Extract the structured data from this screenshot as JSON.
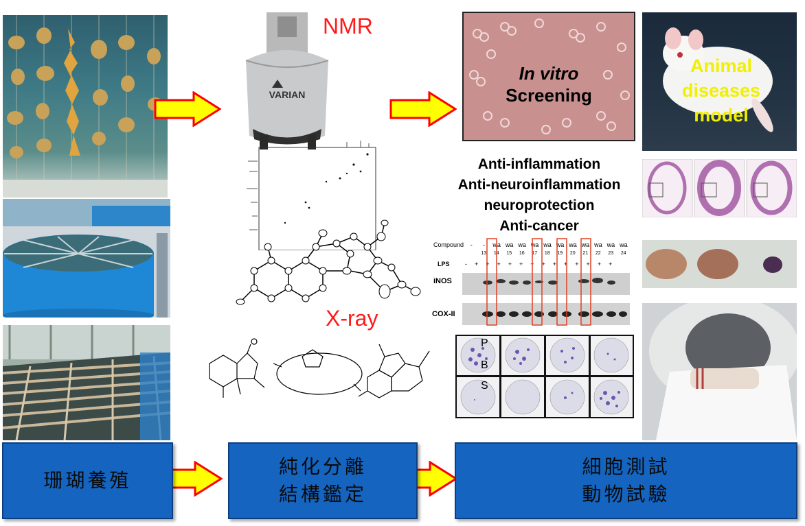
{
  "labels": {
    "nmr": "NMR",
    "xray": "X-ray",
    "invitro_italic": "In vitro",
    "invitro_rest": "Screening",
    "animal": [
      "Animal",
      "diseases",
      "model"
    ]
  },
  "activities": [
    "Anti-inflammation",
    "Anti-neuroinflammation",
    "neuroprotection",
    "Anti-cancer"
  ],
  "boxes": {
    "box1": [
      "珊瑚養殖"
    ],
    "box2": [
      "純化分離",
      "結構鑑定"
    ],
    "box3": [
      "細胞測試",
      "動物試驗"
    ]
  },
  "blot": {
    "compound_label": "Compound",
    "lps_label": "LPS",
    "inos_label": "iNOS",
    "cox_label": "COX-II",
    "compound_row": [
      "-",
      "-",
      "wa",
      "wa",
      "wa",
      "wa",
      "wa",
      "wa",
      "wa",
      "wa",
      "wa",
      "wa",
      "wa"
    ],
    "numbers_row": [
      "13",
      "14",
      "15",
      "16",
      "17",
      "18",
      "19",
      "20",
      "21",
      "22",
      "23",
      "24"
    ]
  },
  "plates": {
    "pbs_letters": [
      "P",
      "B",
      "S"
    ]
  },
  "nmr_brand": "VARIAN",
  "colors": {
    "box_blue": "#1565c0",
    "arrow_yellow": "#ffff00",
    "arrow_red": "#ff0000",
    "nmr_red": "#ff1a1a",
    "animal_yellow": "#f0f000"
  }
}
